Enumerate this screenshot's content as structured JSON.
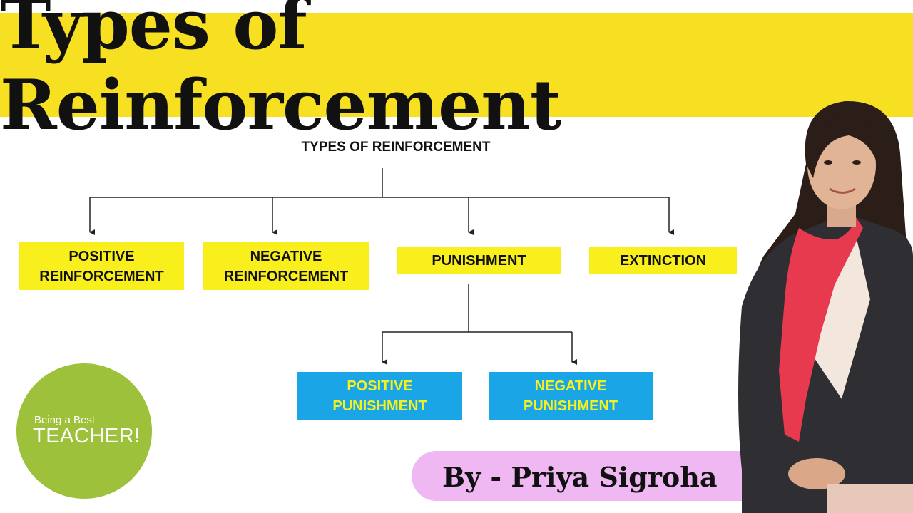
{
  "header": {
    "title": "Types of Reinforcement"
  },
  "diagram": {
    "root": "TYPES OF REINFORCEMENT",
    "level1": [
      {
        "label": "POSITIVE\nREINFORCEMENT"
      },
      {
        "label": "NEGATIVE\nREINFORCEMENT"
      },
      {
        "label": "PUNISHMENT"
      },
      {
        "label": "EXTINCTION"
      }
    ],
    "level2": [
      {
        "label": "POSITIVE\nPUNISHMENT"
      },
      {
        "label": "NEGATIVE\nPUNISHMENT"
      }
    ]
  },
  "logo": {
    "line1": "Being a Best",
    "line2": "TEACHER!"
  },
  "author": {
    "byline": "By - Priya Sigroha"
  },
  "colors": {
    "banner": "#f7df22",
    "node_yellow": "#f8ef1c",
    "node_blue": "#1aa6e6",
    "node_blue_text": "#f6f01f",
    "logo_green": "#9dc13a",
    "author_pill": "#efb8f3"
  }
}
